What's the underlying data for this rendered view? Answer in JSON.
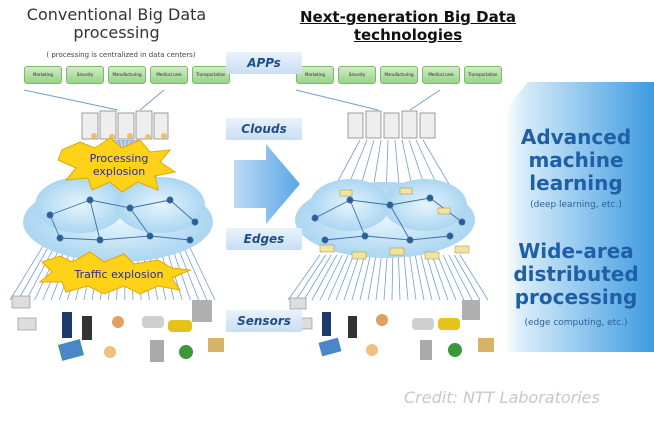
{
  "left": {
    "title": "Conventional Big Data processing",
    "subtitle": "( processing is centralized in data centers)",
    "apps": [
      "Marketing",
      "Security",
      "Manufacturing",
      "Medical care",
      "Transportation"
    ],
    "processing_burst": "Processing explosion",
    "traffic_burst": "Traffic explosion"
  },
  "right": {
    "title": "Next-generation Big Data technologies",
    "apps": [
      "Marketing",
      "Security",
      "Manufacturing",
      "Medical care",
      "Transportation"
    ]
  },
  "layers": [
    "APPs",
    "Clouds",
    "Edges",
    "Sensors"
  ],
  "panel": {
    "heading1": "Advanced machine learning",
    "note1": "(deep learning, etc.)",
    "heading2": "Wide-area distributed processing",
    "note2": "(edge computing, etc.)"
  },
  "credit": "Credit: NTT Laboratories",
  "colors": {
    "panel_blue": "#4fa3e0",
    "heading_text": "#1f5fa8",
    "layer_text": "#1f4e8a",
    "app_green": "#a8dd98",
    "cloud": "#bfe0f5",
    "burst": "#ffd21a"
  }
}
